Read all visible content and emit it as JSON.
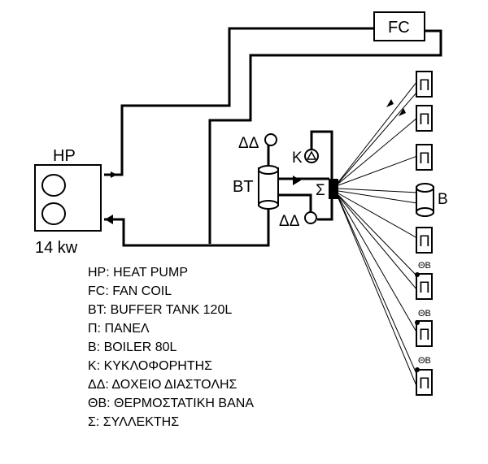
{
  "labels": {
    "hp": "HP",
    "hp_power": "14 kw",
    "fc": "FC",
    "bt": "BT",
    "expansion_tank": "ΔΔ",
    "circulator": "Κ",
    "collector": "Σ",
    "boiler": "Β",
    "panel": "Π",
    "thermostatic_valve": "ΘΒ"
  },
  "legend": [
    "HP: HEAT PUMP",
    "FC: FAN COIL",
    "BT: BUFFER TANK 120L",
    "Π: ΠΑΝΕΛ",
    "B: BOILER 80L",
    "Κ: ΚΥΚΛΟΦΟΡΗΤΗΣ",
    "ΔΔ: ΔΟΧΕΙΟ ΔΙΑΣΤΟΛΗΣ",
    "ΘΒ: ΘΕΡΜΟΣΤΑΤΙΚΗ ΒΑΝΑ",
    "Σ: ΣΥΛΛΕΚΤΗΣ"
  ]
}
